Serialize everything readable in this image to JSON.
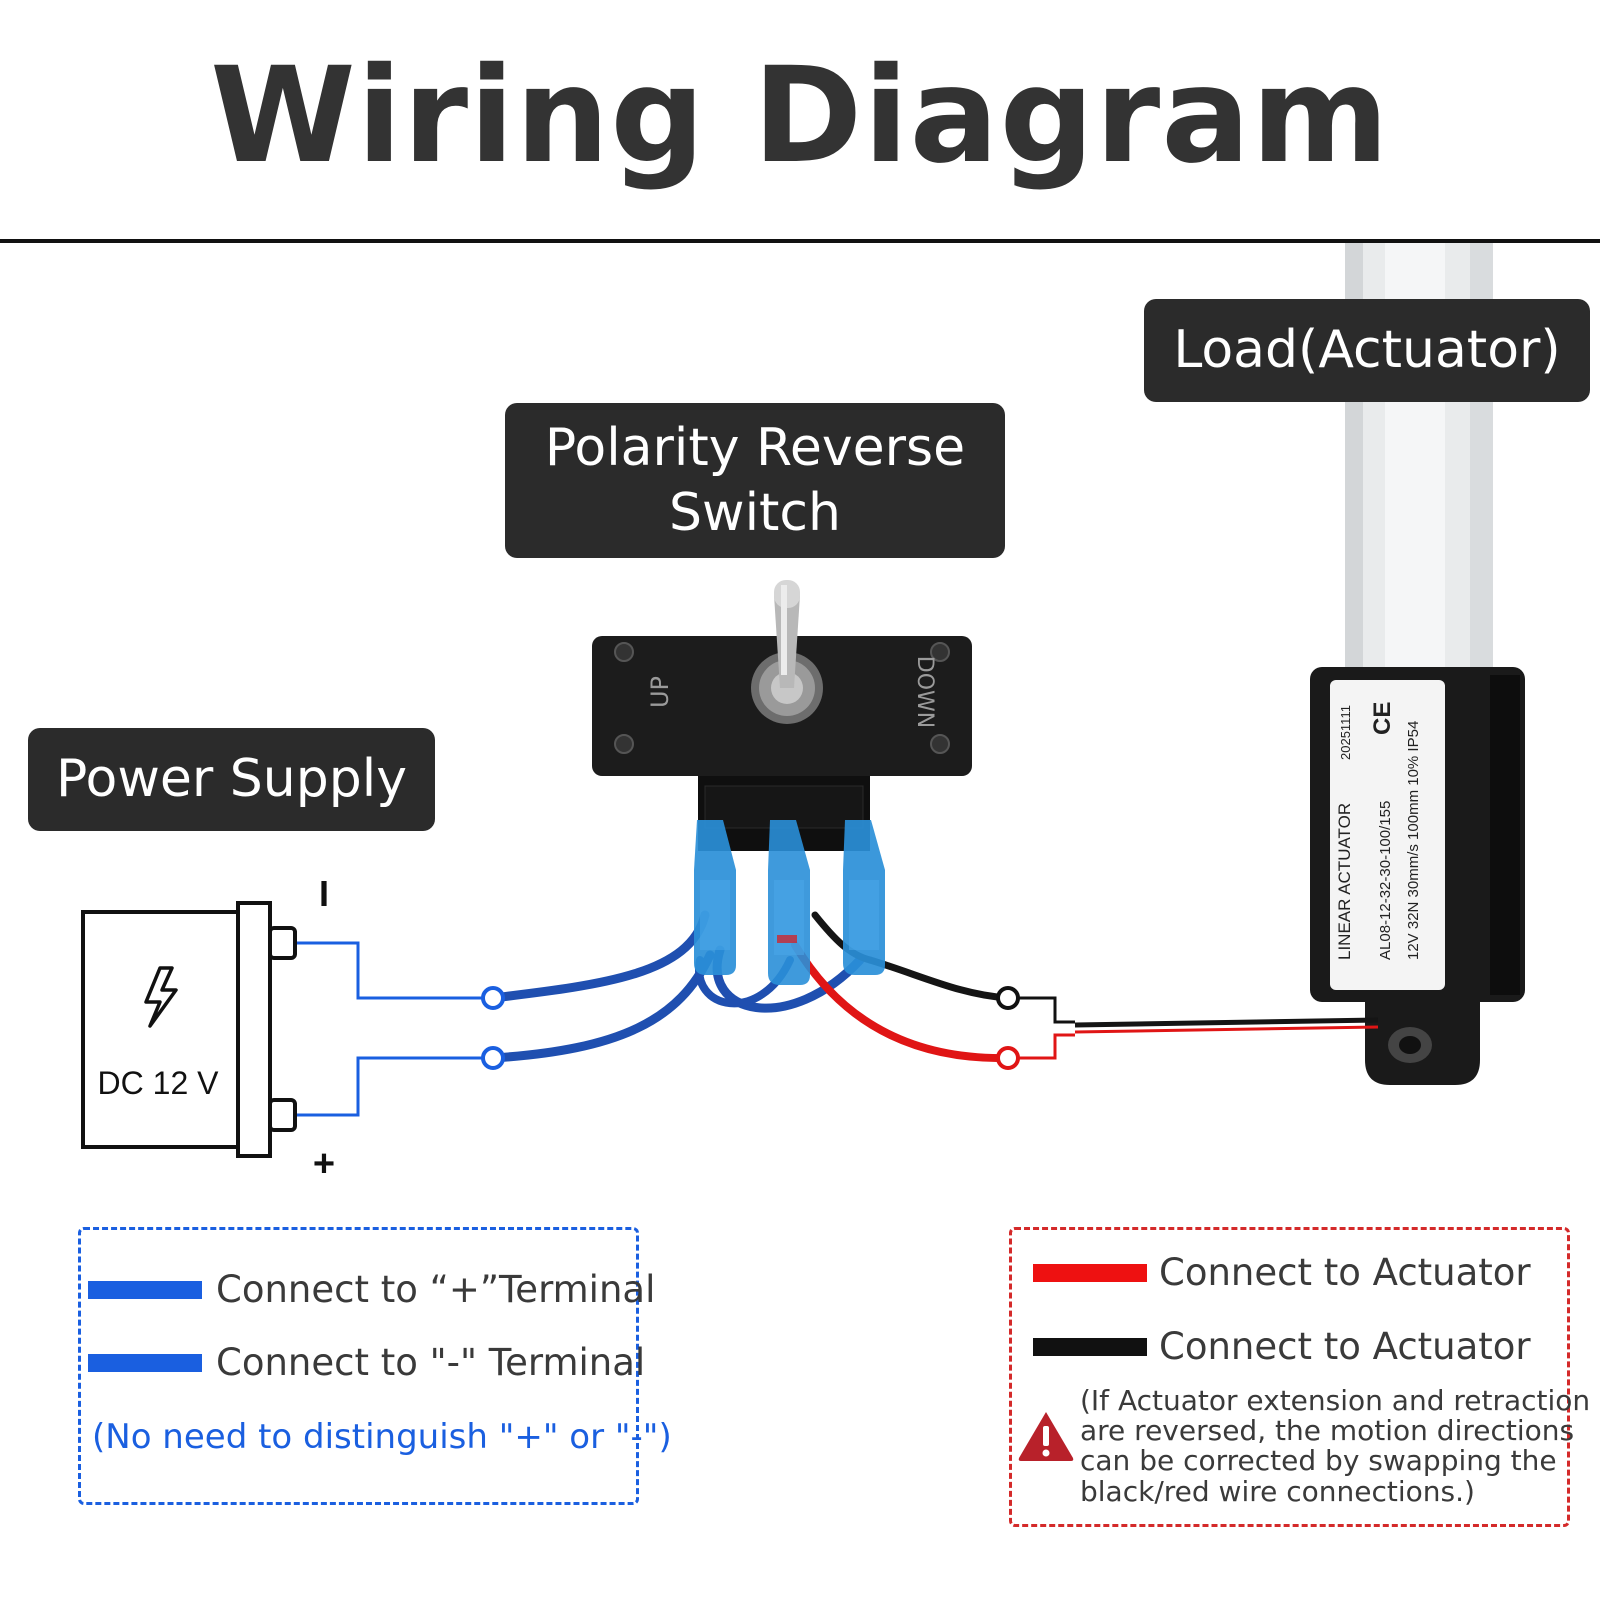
{
  "title": "Wiring Diagram",
  "labels": {
    "load": "Load(Actuator)",
    "switch": "Polarity Reverse Switch",
    "power": "Power Supply"
  },
  "power_supply": {
    "voltage": "DC 12 V",
    "minus_mark": "I",
    "plus_mark": "+"
  },
  "switch_panel": {
    "up": "UP",
    "down": "DOWN"
  },
  "actuator": {
    "line1": "LINEAR ACTUATOR",
    "line2": "AL08-12-32-30-100/155",
    "line3": "12V 32N 30mm/s 100mm 10% IP54",
    "serial": "20251111",
    "ce": "CE"
  },
  "legend_left": {
    "plus_text": "Connect to “+”Terminal",
    "minus_text": "Connect to \"-\" Terminal",
    "note": "(No need to distinguish \"+\" or \"-\")",
    "color": "#1a5fe0"
  },
  "legend_right": {
    "red_text": "Connect to Actuator",
    "black_text": "Connect to Actuator",
    "warning": "(If Actuator extension and retraction\nare reversed, the motion directions\ncan be corrected by swapping the\nblack/red wire connections.)",
    "red_color": "#ee1111",
    "black_color": "#111111",
    "warning_icon": "warning-triangle-icon"
  },
  "colors": {
    "blue_wire": "#1f4fb0",
    "red_wire": "#e01515",
    "black_wire": "#151515",
    "label_bg": "#2b2b2b",
    "connector_blue": "#2a8fd8"
  }
}
